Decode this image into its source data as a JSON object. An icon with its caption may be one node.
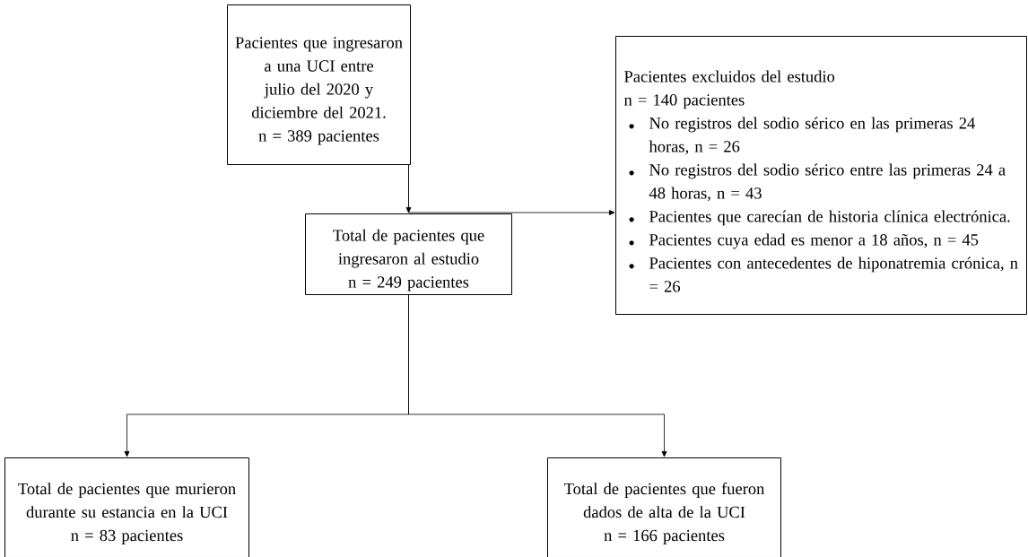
{
  "diagram": {
    "nodes": [
      {
        "text": [
          "Pacientes que ingresaron a una UCI entre julio del 2020 y diciembre del 2021.",
          "n = 389 pacientes"
        ]
      },
      {
        "text": [
          "Pacientes excluidos del estudio",
          "n = 140 pacientes",
          "No registros del sodio sérico en las primeras 24 horas, n = 26",
          "No registros del sodio sérico entre las primeras 24 a 48 horas, n = 43",
          "Pacientes que carecían de historia clínica electrónica.",
          "Pacientes cuya edad es menor a 18 años, n = 45",
          "Pacientes con antecedentes de hiponatremia crónica, n = 26"
        ]
      },
      {
        "text": [
          "Total de pacientes que ingresaron al estudio",
          "n = 249 pacientes"
        ]
      },
      {
        "text": [
          "Total de pacientes que murieron durante su estancia en la UCI",
          "n = 83 pacientes"
        ]
      },
      {
        "text": [
          "Total de pacientes que fueron dados de alta  de la UCI",
          "n = 166 pacientes"
        ]
      }
    ],
    "edges": [
      {
        "from": 0,
        "to": 2,
        "arrow": "to"
      },
      {
        "from": 0,
        "to": 1,
        "arrow": "to"
      },
      {
        "from": 2,
        "to": 3,
        "arrow": "to"
      },
      {
        "from": 2,
        "to": 4,
        "arrow": "to"
      }
    ]
  }
}
